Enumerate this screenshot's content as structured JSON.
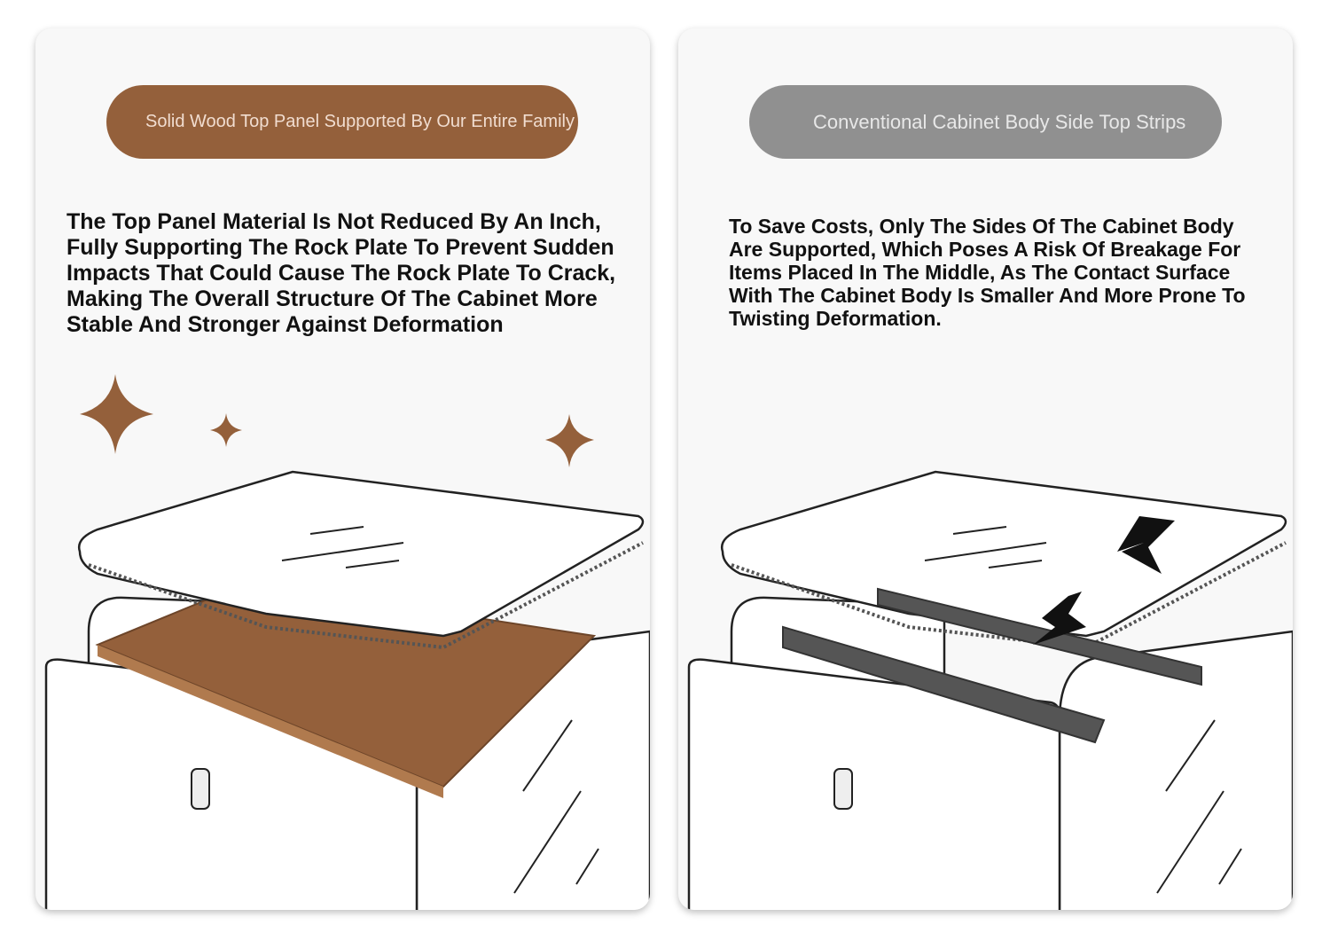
{
  "left_panel": {
    "badge": "Solid Wood Top Panel Supported By Our Entire Family",
    "description": "The Top Panel Material Is Not Reduced By An Inch, Fully Supporting The Rock Plate To Prevent Sudden Impacts That Could Cause The Rock Plate To Crack, Making The Overall Structure Of The Cabinet More Stable And Stronger Against Deformation",
    "accent_color": "#94603b"
  },
  "right_panel": {
    "badge": "Conventional Cabinet Body Side Top Strips",
    "description": "To Save Costs, Only The Sides Of The Cabinet Body Are Supported, Which Poses A Risk Of Breakage For Items Placed In The Middle, As The Contact Surface With The Cabinet Body Is Smaller And More Prone To Twisting Deformation.",
    "accent_color": "#909090"
  }
}
